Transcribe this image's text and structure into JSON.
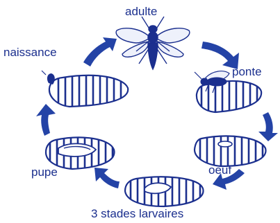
{
  "diagram": {
    "colors": {
      "ink": "#1b2f8e",
      "arrow": "#2443a6",
      "background": "#ffffff"
    },
    "stages": {
      "adulte": "adulte",
      "ponte": "ponte",
      "oeuf": "oeuf",
      "larves": "3 stades larvaires",
      "pupe": "pupe",
      "naissance": "naissance"
    }
  }
}
